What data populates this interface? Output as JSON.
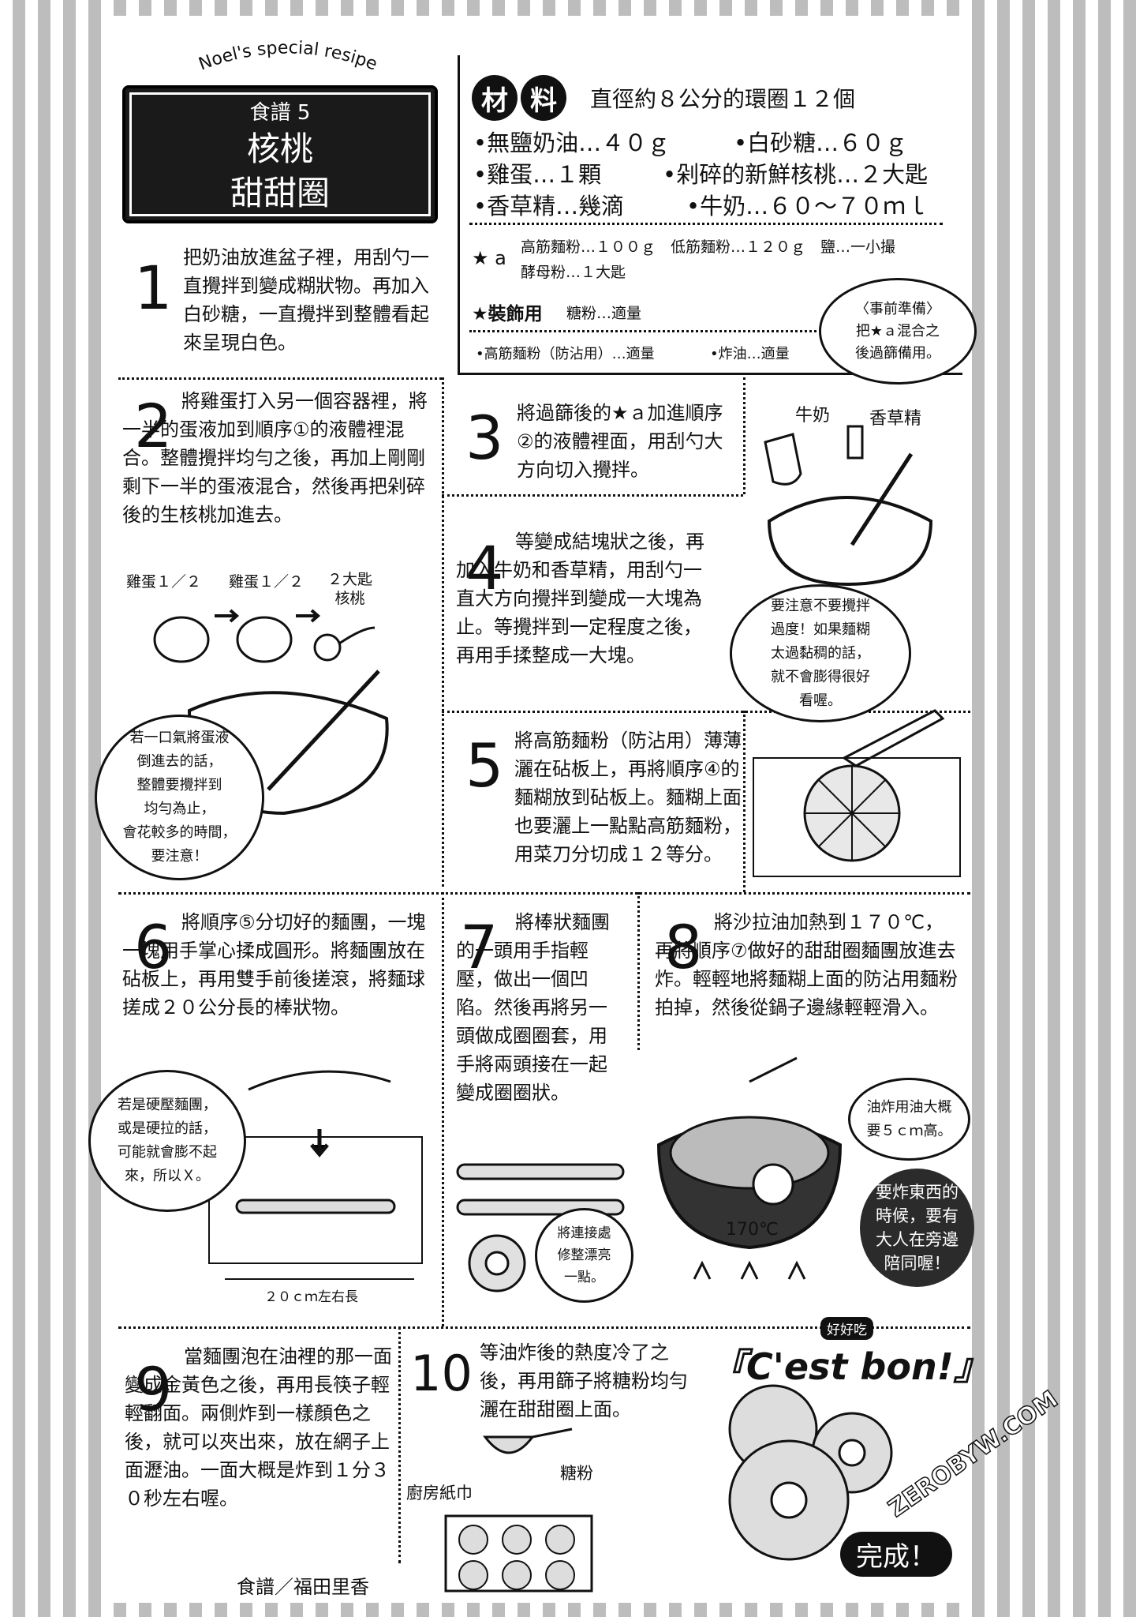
{
  "header": {
    "arch_text": "Noel's special resipe",
    "recipe_no": "食譜 5",
    "title_line1": "核桃",
    "title_line2": "甜甜圈"
  },
  "ingredients": {
    "badge1": "材",
    "badge2": "料",
    "yield": "直徑約８公分的環圈１２個",
    "items": [
      "•無鹽奶油…４０ｇ",
      "•白砂糖…６０ｇ",
      "•雞蛋…１顆",
      "•剁碎的新鮮核桃…２大匙",
      "•香草精…幾滴",
      "•牛奶…６０～７０ｍｌ"
    ],
    "star_a_label": "★ a",
    "star_a_line1": "高筋麵粉…１００ｇ　低筋麵粉…１２０ｇ　鹽…一小撮",
    "star_a_line2": "酵母粉…１大匙",
    "decor_label": "★裝飾用",
    "decor_value": "糖粉…適量",
    "extra1": "•高筋麵粉（防沾用）…適量",
    "extra2": "•炸油…適量",
    "prep_bubble": "〈事前準備〉\n把★ａ混合之\n後過篩備用。"
  },
  "steps": [
    {
      "num": "1",
      "text": "把奶油放進盆子裡，用刮勺一直攪拌到變成糊狀物。再加入白砂糖，一直攪拌到整體看起來呈現白色。"
    },
    {
      "num": "2",
      "text": "將雞蛋打入另一個容器裡，將一半的蛋液加到順序①的液體裡混合。整體攪拌均勻之後，再加上剛剛剩下一半的蛋液混合，然後再把剁碎後的生核桃加進去。"
    },
    {
      "num": "3",
      "text": "將過篩後的★ａ加進順序②的液體裡面，用刮勺大方向切入攪拌。"
    },
    {
      "num": "4",
      "text": "等變成結塊狀之後，再加入牛奶和香草精，用刮勺一直大方向攪拌到變成一大塊為止。等攪拌到一定程度之後，再用手揉整成一大塊。"
    },
    {
      "num": "5",
      "text": "將高筋麵粉（防沾用）薄薄灑在砧板上，再將順序④的麵糊放到砧板上。麵糊上面也要灑上一點點高筋麵粉，用菜刀分切成１２等分。"
    },
    {
      "num": "6",
      "text": "將順序⑤分切好的麵團，一塊一塊用手掌心揉成圓形。將麵團放在砧板上，再用雙手前後搓滾，將麵球搓成２０公分長的棒狀物。"
    },
    {
      "num": "7",
      "text": "將棒狀麵團的一頭用手指輕壓，做出一個凹陷。然後再將另一頭做成圈圈套，用手將兩頭接在一起變成圈圈狀。"
    },
    {
      "num": "8",
      "text": "將沙拉油加熱到１７０℃，再將順序⑦做好的甜甜圈麵團放進去炸。輕輕地將麵糊上面的防沾用麵粉拍掉，然後從鍋子邊緣輕輕滑入。"
    },
    {
      "num": "9",
      "text": "當麵團泡在油裡的那一面變成金黃色之後，再用長筷子輕輕翻面。兩側炸到一樣顏色之後，就可以夾出來，放在網子上面瀝油。一面大概是炸到１分３０秒左右喔。"
    },
    {
      "num": "10",
      "text": "等油炸後的熱度冷了之後，再用篩子將糖粉均勻灑在甜甜圈上面。"
    }
  ],
  "labels": {
    "milk": "牛奶",
    "vanilla": "香草精",
    "egg_half_1": "雞蛋１／２",
    "egg_half_2": "雞蛋１／２",
    "walnut": "２大匙\n核桃",
    "length": "２０ｃｍ左右長",
    "temp": "170℃",
    "paper": "廚房紙巾",
    "sugar": "糖粉",
    "yummy": "好好吃",
    "cestbon": "『C'est bon!』",
    "done": "完成！",
    "credit": "食譜／福田里香",
    "watermark": "ZEROBYW.COM"
  },
  "bubbles": {
    "egg_tip": "若一口氣將蛋液\n倒進去的話，\n整體要攪拌到\n均勻為止，\n會花較多的時間，\n要注意！",
    "mix_tip": "要注意不要攪拌\n過度！如果麵糊\n太過黏稠的話，\n就不會膨得很好\n看喔。",
    "press_tip": "若是硬壓麵團，\n或是硬拉的話，\n可能就會膨不起\n來，所以Ｘ。",
    "join_tip": "將連接處\n修整漂亮\n一點。",
    "oil_tip": "油炸用油大概\n要５ｃｍ高。",
    "adult_tip": "要炸東西的\n時候，要有\n大人在旁邊\n陪同喔！"
  }
}
